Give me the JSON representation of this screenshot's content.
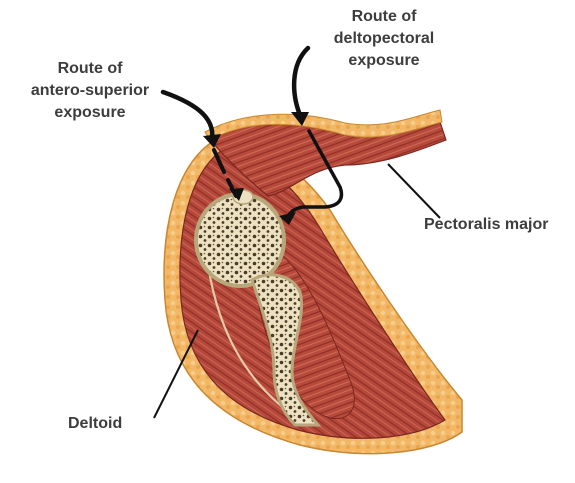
{
  "labels": {
    "antero_superior": {
      "line1": "Route of",
      "line2": "antero-superior",
      "line3": "exposure"
    },
    "deltopectoral": {
      "line1": "Route of",
      "line2": "deltopectoral",
      "line3": "exposure"
    },
    "pectoralis_major": "Pectoralis major",
    "deltoid": "Deltoid"
  },
  "colors": {
    "fat": "#f2b867",
    "fat_dark": "#e39a3e",
    "muscle": "#b5483a",
    "muscle_dark": "#8e2f27",
    "muscle_light": "#cf6f5c",
    "bone": "#ece2c2",
    "bone_pore": "#4a3a28",
    "label_text": "#3d3d3d",
    "arrow": "#111111"
  }
}
